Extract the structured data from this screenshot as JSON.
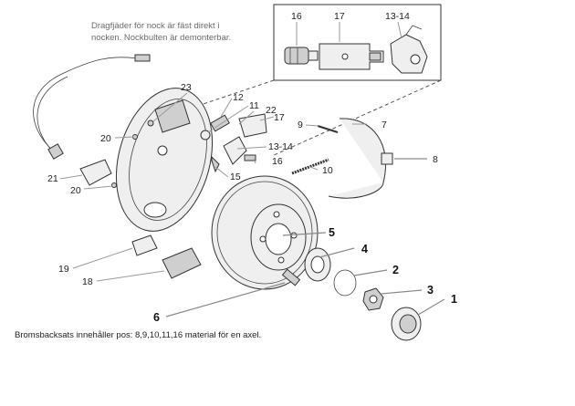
{
  "note_lines": [
    "Dragfjäder för nock är fäst direkt i",
    "nocken. Nockbulten är demonterbar."
  ],
  "inset_labels": {
    "p16": "16",
    "p17": "17",
    "p1314": "13-14"
  },
  "labels": {
    "p23": "23",
    "p12": "12",
    "p11": "11",
    "p22": "22",
    "p17": "17",
    "p20a": "20",
    "p1314": "13-14",
    "p16": "16",
    "p15": "15",
    "p21": "21",
    "p20b": "20",
    "p9": "9",
    "p7": "7",
    "p8": "8",
    "p10": "10",
    "p19": "19",
    "p18": "18",
    "p5": "5",
    "p4": "4",
    "p2": "2",
    "p3": "3",
    "p1": "1",
    "p6": "6"
  },
  "caption": "Bromsbacksats innehåller pos: 8,9,10,11,16 material för en axel."
}
